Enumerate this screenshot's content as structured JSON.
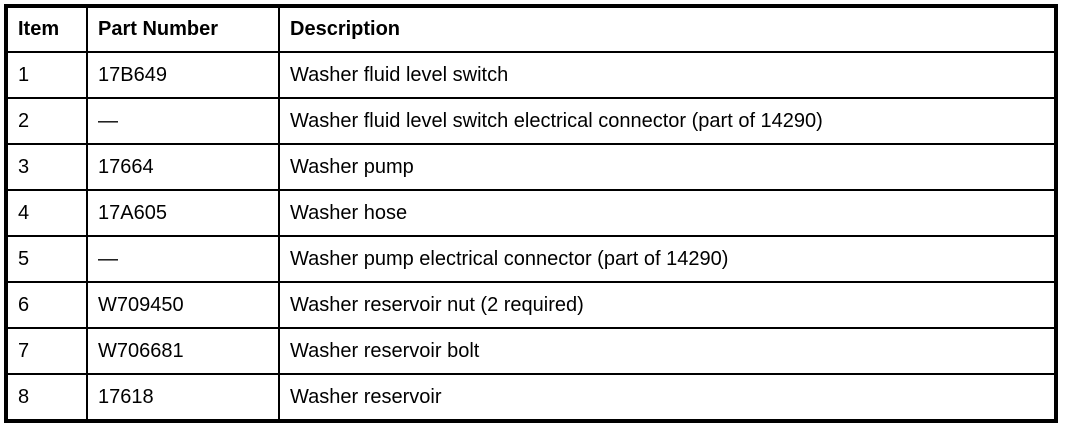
{
  "table": {
    "columns": [
      {
        "key": "item",
        "label": "Item"
      },
      {
        "key": "part_number",
        "label": "Part Number"
      },
      {
        "key": "description",
        "label": "Description"
      }
    ],
    "rows": [
      {
        "item": "1",
        "part_number": "17B649",
        "description": "Washer fluid level switch"
      },
      {
        "item": "2",
        "part_number": "—",
        "description": "Washer fluid level switch electrical connector (part of 14290)"
      },
      {
        "item": "3",
        "part_number": "17664",
        "description": "Washer pump"
      },
      {
        "item": "4",
        "part_number": "17A605",
        "description": "Washer hose"
      },
      {
        "item": "5",
        "part_number": "—",
        "description": "Washer pump electrical connector (part of 14290)"
      },
      {
        "item": "6",
        "part_number": "W709450",
        "description": "Washer reservoir nut (2 required)"
      },
      {
        "item": "7",
        "part_number": "W706681",
        "description": "Washer reservoir bolt"
      },
      {
        "item": "8",
        "part_number": "17618",
        "description": "Washer reservoir"
      }
    ]
  },
  "colors": {
    "border": "#000000",
    "background": "#ffffff",
    "text": "#000000"
  }
}
